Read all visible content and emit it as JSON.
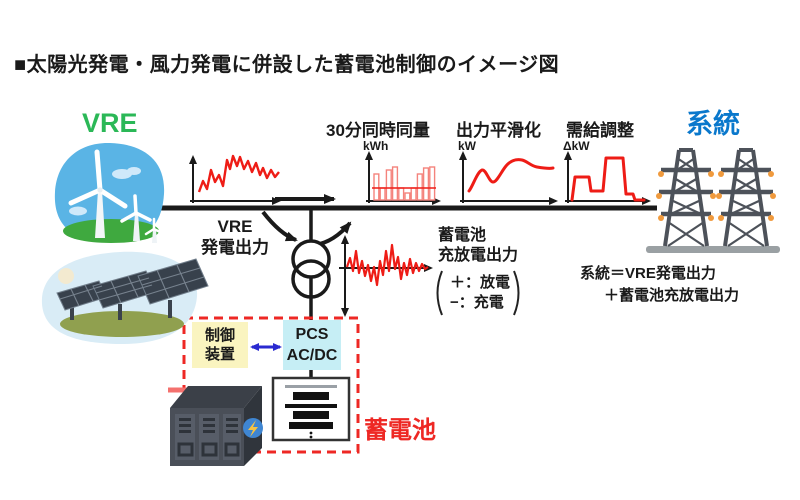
{
  "title": "■太陽光発電・風力発電に併設した蓄電池制御のイメージ図",
  "vre": {
    "label": "VRE",
    "output_line1": "VRE",
    "output_line2": "発電出力"
  },
  "grid": {
    "label": "系統",
    "equation_line1": "系統＝VRE発電出力",
    "equation_line2": "＋蓄電池充放電出力"
  },
  "charts": {
    "simultaneous": {
      "title": "30分同時同量",
      "unit": "kWh"
    },
    "smoothing": {
      "title": "出力平滑化",
      "unit": "kW"
    },
    "balancing": {
      "title": "需給調整",
      "unit": "ΔkW"
    }
  },
  "battery_flow": {
    "label_line1": "蓄電池",
    "label_line2": "充放電出力",
    "legend_plus": "＋：放電",
    "legend_minus": "−：充電"
  },
  "battery_unit": {
    "controller_line1": "制御",
    "controller_line2": "装置",
    "pcs_line1": "PCS",
    "pcs_line2": "AC/DC",
    "label": "蓄電池"
  },
  "colors": {
    "vre_green": "#2bb857",
    "grid_blue": "#0a78cc",
    "signal_red": "#ee1c16",
    "dashed_red": "#ee2824",
    "controller_bg": "#faf4c0",
    "pcs_bg": "#c6eef5",
    "link_arrow_blue": "#2a2ad0",
    "insulator_orange": "#f09a3d"
  },
  "chart_data": [
    {
      "name": "VRE発電出力",
      "type": "line",
      "values": [
        3,
        5,
        4,
        7.5,
        5.5,
        6,
        4.5,
        9.5,
        8.5,
        10,
        7.5,
        9.5,
        7,
        8.8,
        6.5,
        8.2,
        6,
        7.5,
        6.3,
        7
      ]
    },
    {
      "name": "30分同時同量",
      "type": "bar",
      "ylabel": "kWh",
      "values": [
        26,
        12,
        30,
        33,
        12,
        7,
        12,
        26,
        32,
        33
      ],
      "baseline": 12
    },
    {
      "name": "出力平滑化",
      "type": "line",
      "ylabel": "kW",
      "values": [
        2,
        4,
        6.2,
        6,
        3.8,
        3.7,
        5.5,
        7.8,
        8.2,
        8,
        7,
        6.8,
        6.6,
        6.6
      ]
    },
    {
      "name": "需給調整",
      "type": "step",
      "ylabel": "ΔkW",
      "values": [
        0,
        5,
        5,
        2,
        2,
        9,
        9,
        1.5,
        1.5,
        0
      ]
    },
    {
      "name": "蓄電池充放電出力",
      "type": "line",
      "values": [
        0,
        2.4,
        -0.6,
        3.6,
        -1.2,
        1.4,
        -1.8,
        0.6,
        -2.8,
        0.2,
        -3.6,
        1.4,
        -0.2,
        3.4,
        -0.6,
        4.6,
        -0.2,
        2.2,
        -2.4,
        1,
        -1.4,
        1.8,
        -1,
        1,
        -0.6,
        0.8,
        0.2
      ]
    }
  ]
}
